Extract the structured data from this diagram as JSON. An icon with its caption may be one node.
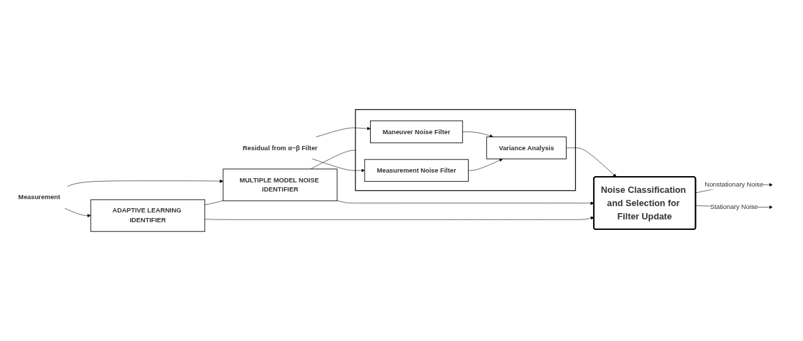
{
  "diagram": {
    "nodes": [
      {
        "text": [
          "Residual from α−β Filter"
        ]
      },
      {
        "text": [],
        "shape": "box"
      },
      {
        "text": [
          "Maneuver Noise Filter"
        ],
        "in": 1
      },
      {
        "text": [
          "Measurement Noise Filter"
        ],
        "in": 1
      },
      {
        "text": [
          "Variance Analysis"
        ],
        "in": 1
      },
      {
        "text": [
          "Noise Classification and Selection for Filter Update"
        ]
      },
      {
        "text": [
          "Measurement"
        ]
      },
      {
        "text": [
          "MULTIPLE MODEL NOISE IDENTIFIER"
        ]
      },
      {
        "text": [
          "ADAPTIVE LEARNING IDENTIFIER"
        ]
      }
    ],
    "edges": [
      {
        "from": 0,
        "to": 2,
        "arrow": "to"
      },
      {
        "from": 0,
        "to": 3,
        "arrow": "to"
      },
      {
        "from": 2,
        "to": 4,
        "arrow": "to"
      },
      {
        "from": 3,
        "to": 4,
        "arrow": "to"
      },
      {
        "from": 4,
        "to": 5,
        "arrow": "to"
      },
      {
        "from": 6,
        "to": 7,
        "arrow": "to"
      },
      {
        "from": 6,
        "to": 8,
        "arrow": "to"
      },
      {
        "from": 7,
        "to": 5,
        "arrow": "to"
      },
      {
        "from": 8,
        "to": 5,
        "arrow": "to"
      },
      {
        "from": 8,
        "to": 7,
        "arrow": "none"
      },
      {
        "from": 7,
        "to": 1,
        "arrow": "none"
      },
      {
        "from": 5,
        "to": null,
        "label": "Nonstationary Noise",
        "arrow": "to"
      },
      {
        "from": 5,
        "to": null,
        "label": "Stationary Noise",
        "arrow": "to"
      }
    ]
  }
}
